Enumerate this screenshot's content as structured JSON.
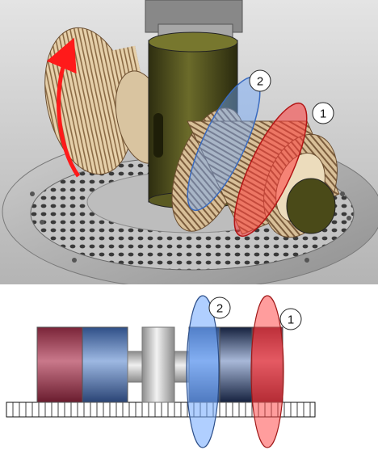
{
  "figure": {
    "top_view": {
      "description_labels": [],
      "callouts": [
        {
          "id": "callout-1",
          "label": "1",
          "color": "#ff3b3b"
        },
        {
          "id": "callout-2",
          "label": "2",
          "color": "#6fa8ff"
        }
      ],
      "rotation_arrow_color": "#ff1a1a"
    },
    "side_view": {
      "callouts": [
        {
          "id": "callout-1",
          "label": "1",
          "color": "#ff3b3b"
        },
        {
          "id": "callout-2",
          "label": "2",
          "color": "#6fa8ff"
        }
      ],
      "colors": {
        "maroon_block": "#a03850",
        "blue_block": "#4d6fa8",
        "silver_shaft": "#c9c9c9",
        "dark_blue_block": "#1f2f55"
      }
    }
  }
}
